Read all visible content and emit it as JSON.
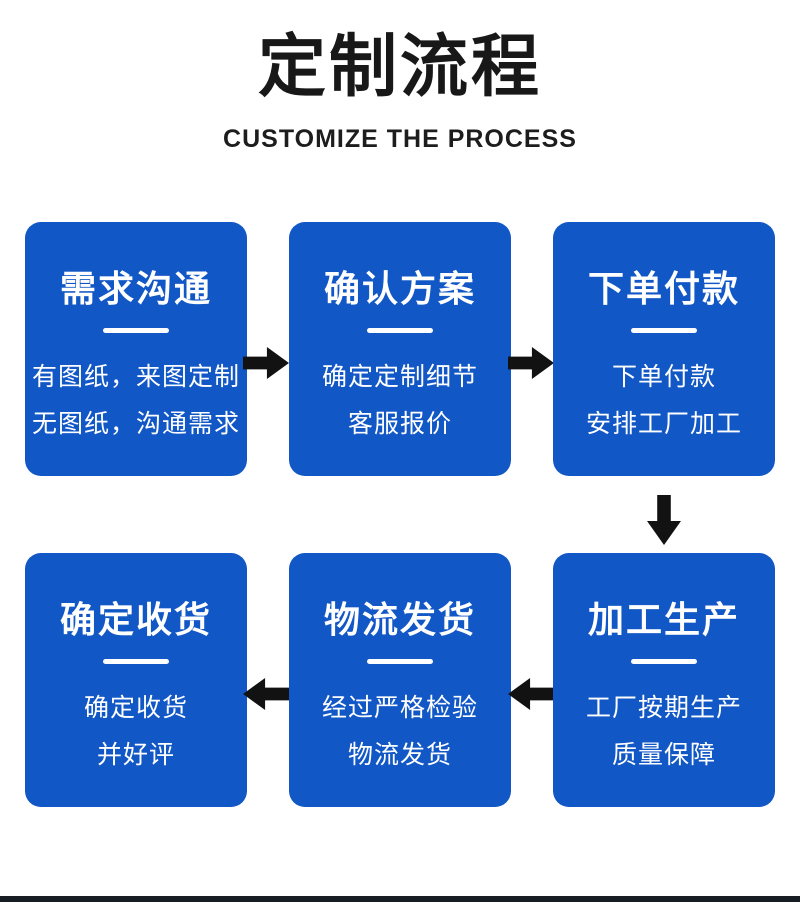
{
  "header": {
    "title": "定制流程",
    "subtitle": "CUSTOMIZE THE PROCESS"
  },
  "colors": {
    "card_blue": "#1257C6",
    "arrow_black": "#121212",
    "title_black": "#181818",
    "footer_bar_dark": "#171B22",
    "card_text_white": "#FFFFFF"
  },
  "steps": [
    {
      "title": "需求沟通",
      "lines": [
        "有图纸，来图定制",
        "无图纸，沟通需求"
      ]
    },
    {
      "title": "确认方案",
      "lines": [
        "确定定制细节",
        "客服报价"
      ]
    },
    {
      "title": "下单付款",
      "lines": [
        "下单付款",
        "安排工厂加工"
      ]
    },
    {
      "title": "加工生产",
      "lines": [
        "工厂按期生产",
        "质量保障"
      ]
    },
    {
      "title": "物流发货",
      "lines": [
        "经过严格检验",
        "物流发货"
      ]
    },
    {
      "title": "确定收货",
      "lines": [
        "确定收货",
        "并好评"
      ]
    }
  ],
  "flow": {
    "row1_direction": "left-to-right",
    "row2_direction": "right-to-left"
  }
}
